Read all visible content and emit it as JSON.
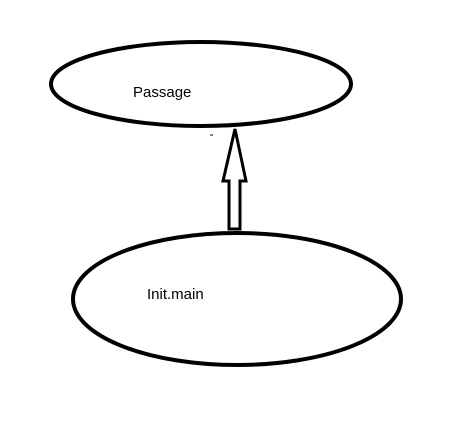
{
  "diagram": {
    "nodes": [
      {
        "id": "passage",
        "label": "Passage"
      },
      {
        "id": "init-main",
        "label": "Init.main"
      }
    ],
    "edges": [
      {
        "from": "init-main",
        "to": "passage",
        "style": "hollow-thick-arrow"
      }
    ],
    "stroke_color": "#000000",
    "background_color": "#ffffff"
  }
}
